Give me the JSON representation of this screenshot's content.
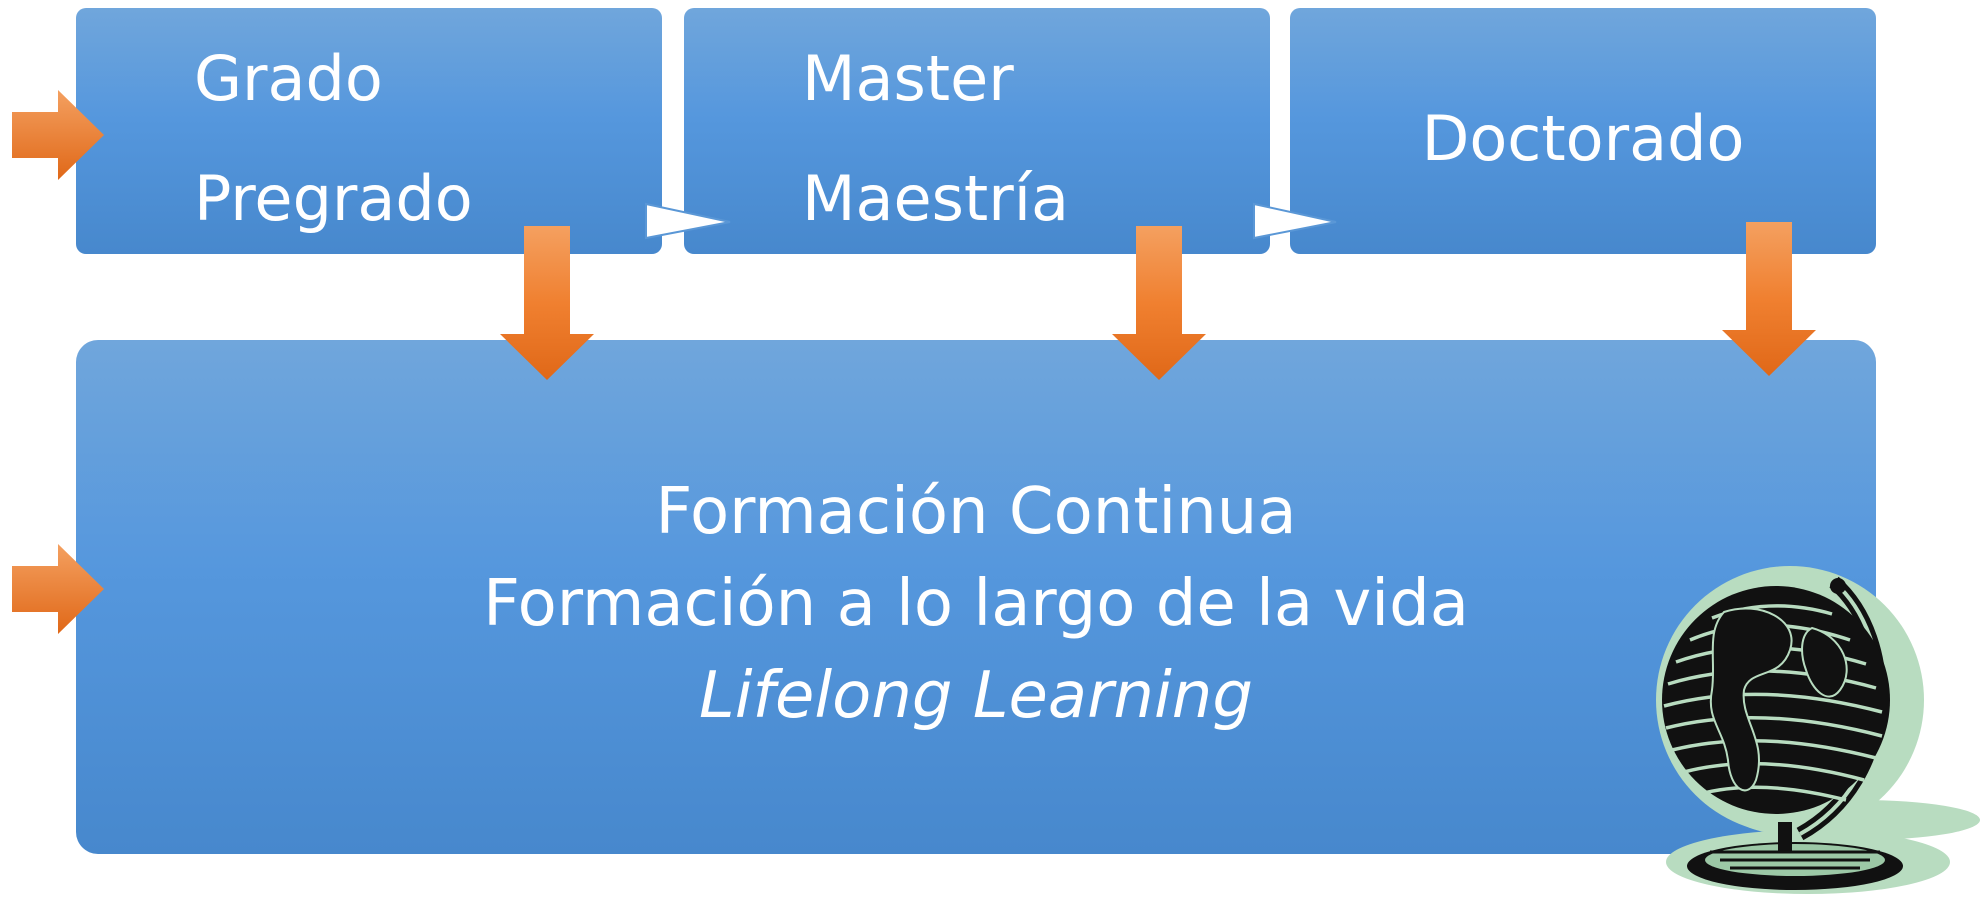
{
  "boxes": {
    "grado": {
      "line1": "Grado",
      "line2": "Pregrado"
    },
    "master": {
      "line1": "Master",
      "line2": "Maestría"
    },
    "doctorado": {
      "line1": "Doctorado"
    }
  },
  "formacion": {
    "line1": "Formación  Continua",
    "line2": "Formación  a lo largo de la vida",
    "line3": "Lifelong Learning"
  },
  "icons": [
    "arrow-right-icon",
    "arrow-down-icon",
    "chevron-right-icon",
    "globe-icon"
  ],
  "colors": {
    "box_top": "#70a6dc",
    "box_bottom": "#4788cd",
    "arrow": "#f08030",
    "globe_glow": "#b8dcc0",
    "globe_ink": "#111111"
  }
}
